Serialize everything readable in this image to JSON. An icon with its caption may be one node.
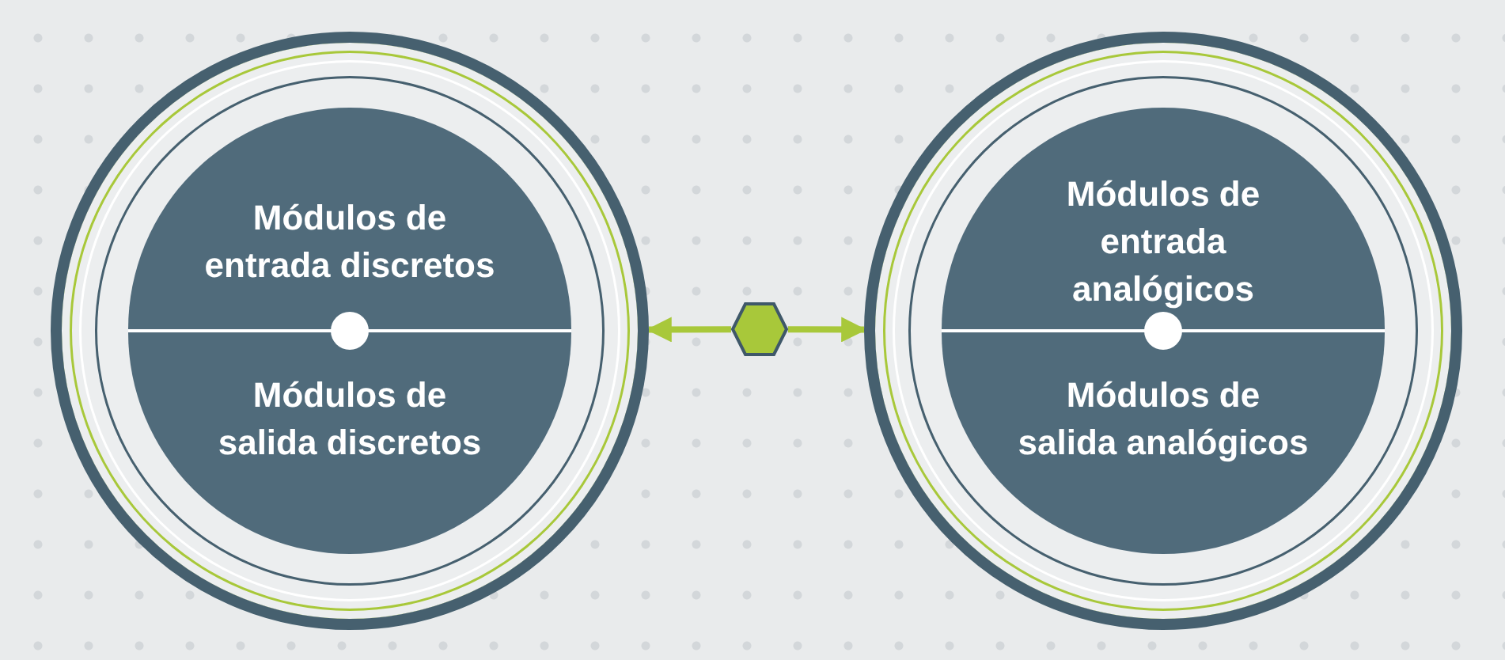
{
  "diagram": {
    "nodes": [
      {
        "text": [],
        "shape": "circle"
      },
      {
        "text": [
          "Módulos de entrada discretos"
        ],
        "in": 0
      },
      {
        "text": [
          "Módulos de salida discretos"
        ],
        "in": 0
      },
      {
        "text": [],
        "shape": "hexagon"
      },
      {
        "text": [],
        "shape": "circle"
      },
      {
        "text": [
          "Módulos de entrada analógicos"
        ],
        "in": 4
      },
      {
        "text": [
          "Módulos de salida analógicos"
        ],
        "in": 4
      }
    ],
    "edges": [
      {
        "from": 3,
        "to": 0,
        "arrow": "to"
      },
      {
        "from": 3,
        "to": 4,
        "arrow": "to"
      }
    ]
  }
}
